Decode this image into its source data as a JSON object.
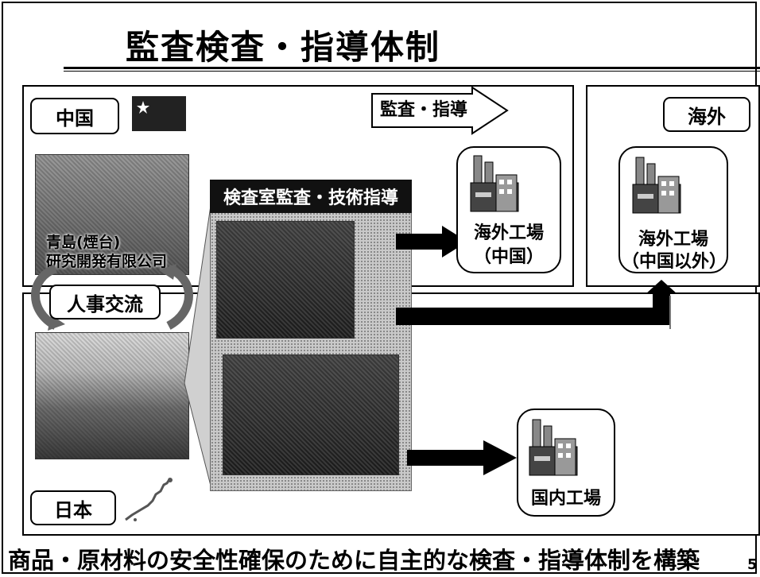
{
  "title": "監査検査・指導体制",
  "regions": {
    "china": "中国",
    "overseas": "海外",
    "japan": "日本"
  },
  "audit_arrow_label": "監査・指導",
  "personnel_exchange_label": "人事交流",
  "lab": {
    "header": "検査室監査・技術指導"
  },
  "china_center_caption": {
    "line1": "青島(煙台)",
    "line2": "研究開発有限公司"
  },
  "factories": {
    "overseas_china": {
      "line1": "海外工場",
      "line2": "（中国）"
    },
    "overseas_other": {
      "line1": "海外工場",
      "line2": "（中国以外）"
    },
    "domestic": {
      "line1": "国内工場"
    }
  },
  "footer_text": "商品・原材料の安全性確保のために自主的な検査・指導体制を構築",
  "page_number": "5",
  "colors": {
    "arrow": "#000000",
    "lab_header_bg": "#111111",
    "lab_panel": "#c9c9c9"
  },
  "icons": [
    "factory-icon",
    "china-flag-icon",
    "exchange-arrows-icon",
    "japan-map-icon"
  ]
}
